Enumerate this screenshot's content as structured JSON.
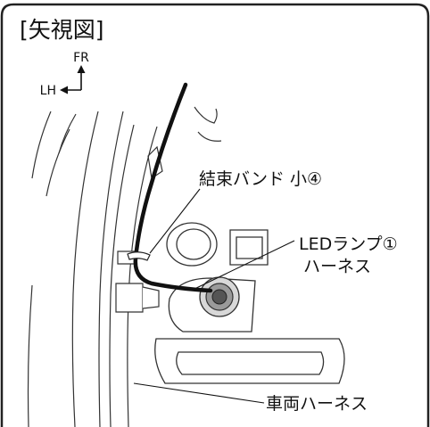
{
  "view_title": "[矢視図]",
  "orientation": {
    "forward_label": "FR",
    "left_label": "LH"
  },
  "callouts": {
    "band": "結束バンド 小④",
    "led_line1": "LEDランプ①",
    "led_line2": "ハーネス",
    "vehicle_harness": "車両ハーネス"
  }
}
